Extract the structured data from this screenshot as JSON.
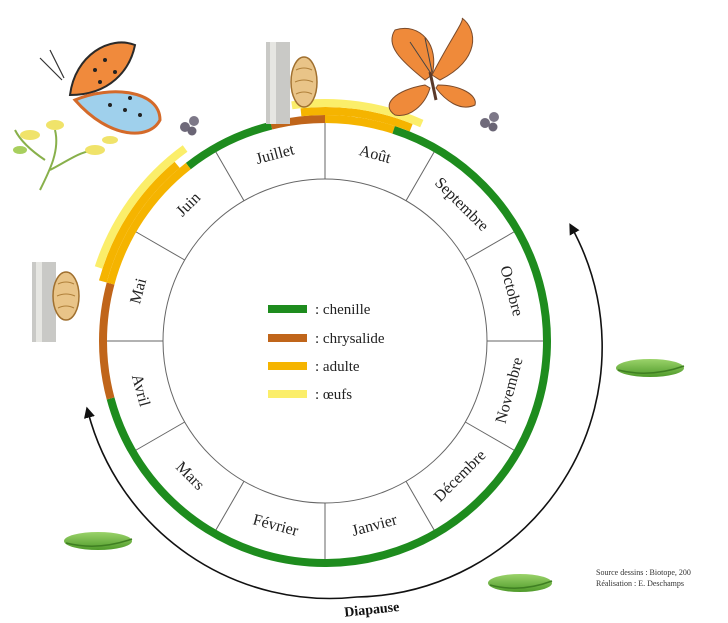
{
  "months": [
    "Janvier",
    "Février",
    "Mars",
    "Avril",
    "Mai",
    "Juin",
    "Juillet",
    "Août",
    "Septembre",
    "Octobre",
    "Novembre",
    "Décembre"
  ],
  "legend": [
    {
      "label": ": chenille",
      "color": "#1e8c1e"
    },
    {
      "label": ": chrysalide",
      "color": "#c0651a"
    },
    {
      "label": ": adulte",
      "color": "#f5b400"
    },
    {
      "label": ": œufs",
      "color": "#fbee6a"
    }
  ],
  "diapause_label": "Diapause",
  "credits": {
    "line1": "Source dessins : Biotope, 200",
    "line2": "Réalisation : E. Deschamps"
  },
  "icons": [
    "butterfly-underside-icon",
    "butterfly-upperside-icon",
    "chrysalis-icon",
    "caterpillar-icon",
    "egg-icon",
    "diapause-arrow-icon"
  ]
}
